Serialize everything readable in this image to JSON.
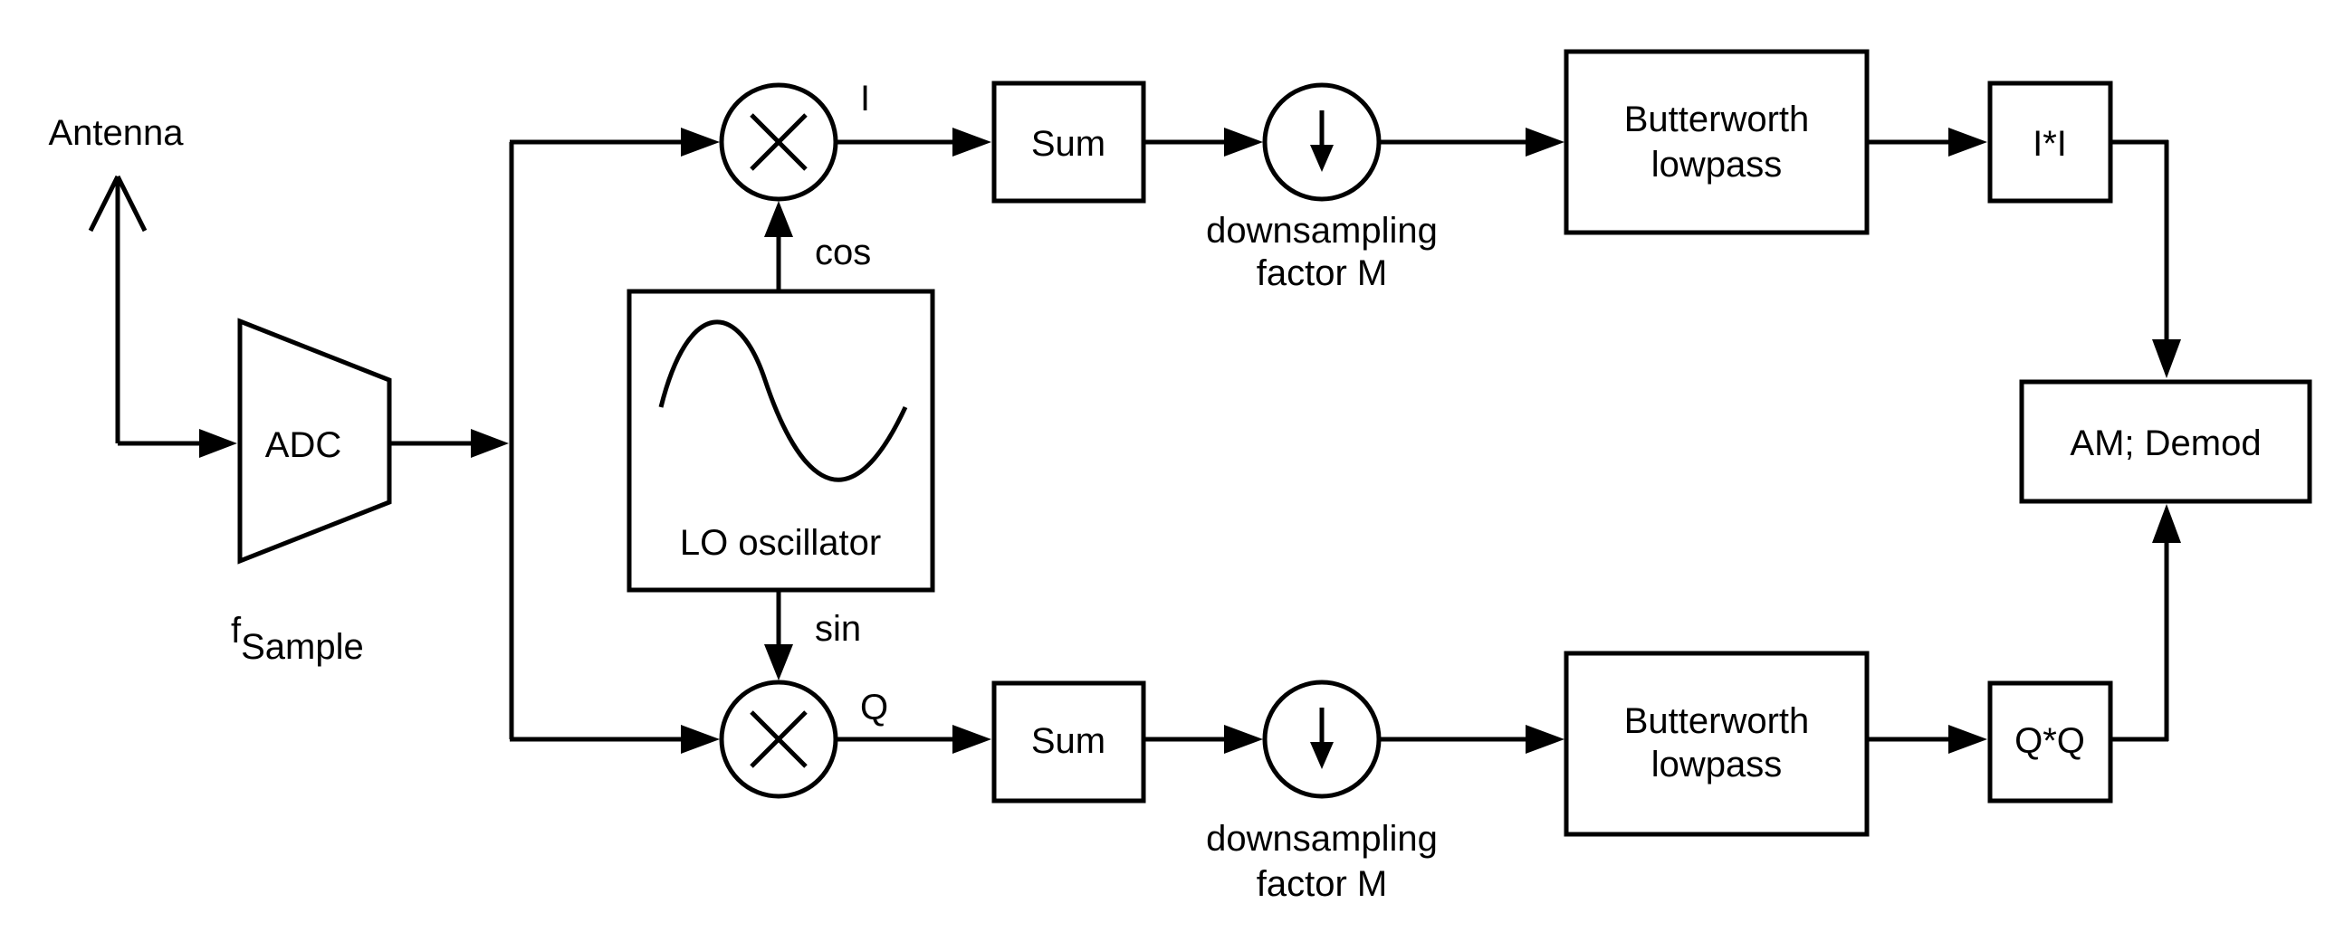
{
  "antenna": {
    "label": "Antenna"
  },
  "adc": {
    "label": "ADC",
    "sample_label_f": "f",
    "sample_label_sub": "Sample"
  },
  "oscillator": {
    "label": "LO oscillator",
    "cos_label": "cos",
    "sin_label": "sin"
  },
  "branch_i": {
    "signal_label": "I",
    "sum_label": "Sum",
    "downsampling_line1": "downsampling",
    "downsampling_line2": "factor M",
    "filter_line1": "Butterworth",
    "filter_line2": "lowpass",
    "square_label": "I*I"
  },
  "branch_q": {
    "signal_label": "Q",
    "sum_label": "Sum",
    "downsampling_line1": "downsampling",
    "downsampling_line2": "factor M",
    "filter_line1": "Butterworth",
    "filter_line2": "lowpass",
    "square_label": "Q*Q"
  },
  "demod": {
    "label": "AM; Demod"
  }
}
